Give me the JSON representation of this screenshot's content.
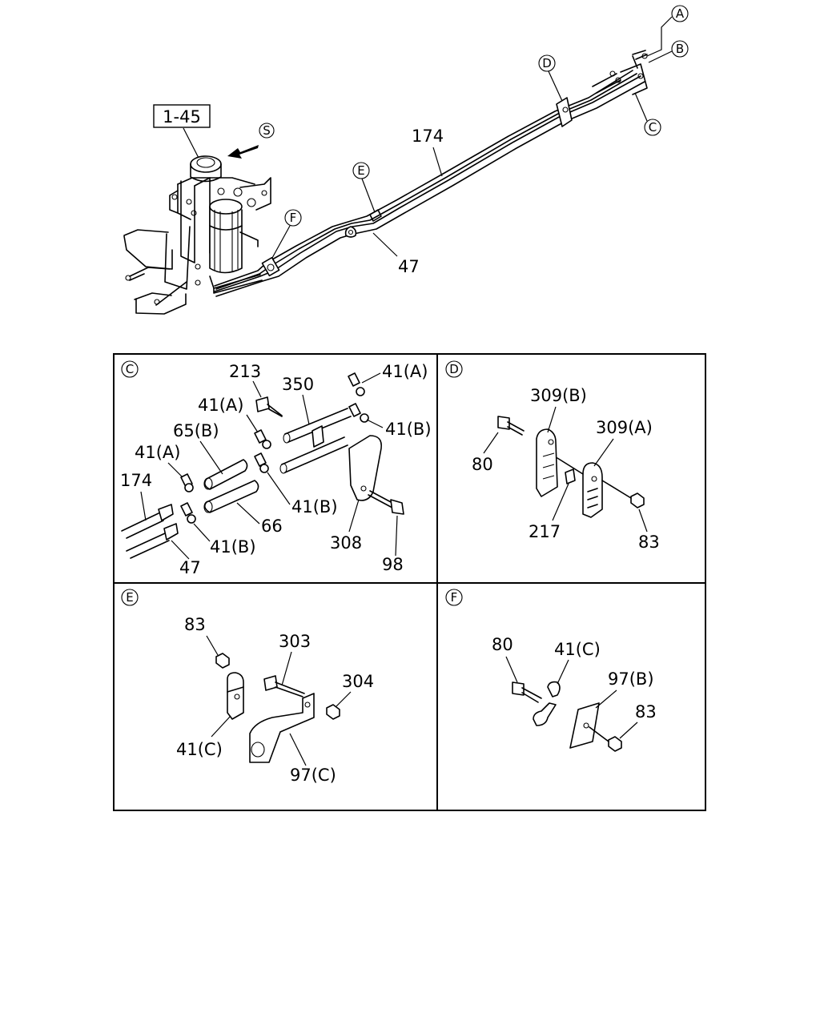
{
  "ref_box": "1-45",
  "main_callouts": {
    "A": "A",
    "B": "B",
    "C": "C",
    "D": "D",
    "E": "E",
    "F": "F",
    "S": "S"
  },
  "main_labels": {
    "pipe_174": "174",
    "pipe_47": "47"
  },
  "panel_c": {
    "tag": "C",
    "labels": {
      "p213": "213",
      "p350": "350",
      "p41a_top": "41(A)",
      "p41a_mid": "41(A)",
      "p41b_right": "41(B)",
      "p65b": "65(B)",
      "p41a_left": "41(A)",
      "p174": "174",
      "p41b_center": "41(B)",
      "p66": "66",
      "p41b_bottom": "41(B)",
      "p47": "47",
      "p308": "308",
      "p98": "98"
    }
  },
  "panel_d": {
    "tag": "D",
    "labels": {
      "p309b": "309(B)",
      "p309a": "309(A)",
      "p80": "80",
      "p217": "217",
      "p83": "83"
    }
  },
  "panel_e": {
    "tag": "E",
    "labels": {
      "p83": "83",
      "p303": "303",
      "p304": "304",
      "p41c": "41(C)",
      "p97c": "97(C)"
    }
  },
  "panel_f": {
    "tag": "F",
    "labels": {
      "p80": "80",
      "p41c": "41(C)",
      "p97b": "97(B)",
      "p83": "83"
    }
  }
}
